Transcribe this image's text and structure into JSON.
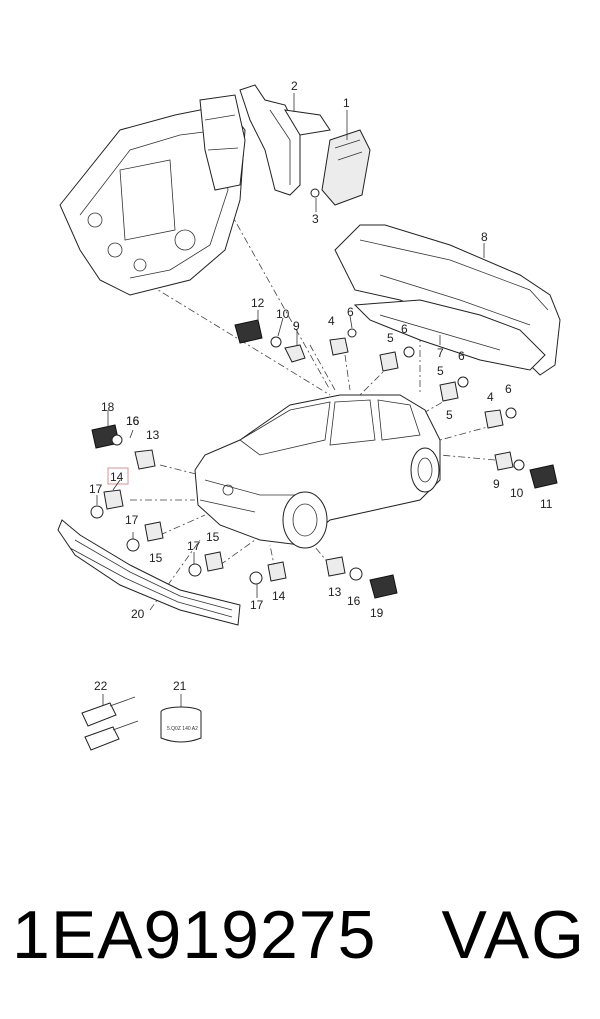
{
  "callouts": {
    "c1": "1",
    "c2": "2",
    "c3": "3",
    "c4a": "4",
    "c4b": "4",
    "c5a": "5",
    "c5b": "5",
    "c5c": "5",
    "c6a": "6",
    "c6b": "6",
    "c6c": "6",
    "c6d": "6",
    "c7": "7",
    "c8": "8",
    "c9a": "9",
    "c9b": "9",
    "c10a": "10",
    "c10b": "10",
    "c11": "11",
    "c12": "12",
    "c13a": "13",
    "c13b": "13",
    "c14a": "14",
    "c14b": "14",
    "c15a": "15",
    "c15b": "15",
    "c16a": "16",
    "c16b": "16",
    "c17a": "17",
    "c17b": "17",
    "c17c": "17",
    "c18": "18",
    "c19": "19",
    "c20": "20",
    "c21": "21",
    "c22": "22"
  },
  "sleeve_label": "5.Q0Z 140 A2",
  "highlight_color": "#e3a3a3",
  "footer": {
    "part_number": "1EA919275",
    "brand": "VAG"
  }
}
